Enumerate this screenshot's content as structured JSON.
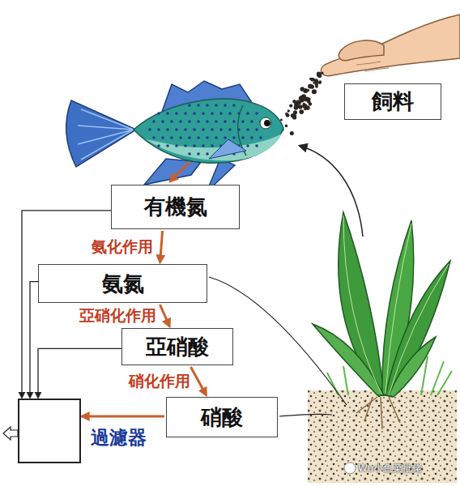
{
  "diagram": {
    "nodes": [
      {
        "text": [
          "飼料"
        ]
      },
      {
        "text": [
          "有機氮"
        ]
      },
      {
        "text": [
          "氨氮"
        ]
      },
      {
        "text": [
          "亞硝酸"
        ]
      },
      {
        "text": [
          "硝酸"
        ]
      },
      {
        "text": [
          "過濾器"
        ]
      }
    ],
    "edges": [
      {
        "from": 1,
        "to": 2,
        "arrow": "to",
        "label": "氨化作用"
      },
      {
        "from": 2,
        "to": 3,
        "arrow": "to",
        "label": "亞硝化作用"
      },
      {
        "from": 3,
        "to": 4,
        "arrow": "to",
        "label": "硝化作用"
      },
      {
        "from": 4,
        "to": 5,
        "arrow": "to"
      },
      {
        "from": 1,
        "to": 5,
        "arrow": "to"
      },
      {
        "from": 2,
        "to": 5,
        "arrow": "to"
      },
      {
        "from": 3,
        "to": 5,
        "arrow": "to"
      }
    ],
    "labels": [
      "Wu小鱼菜批佬"
    ]
  }
}
